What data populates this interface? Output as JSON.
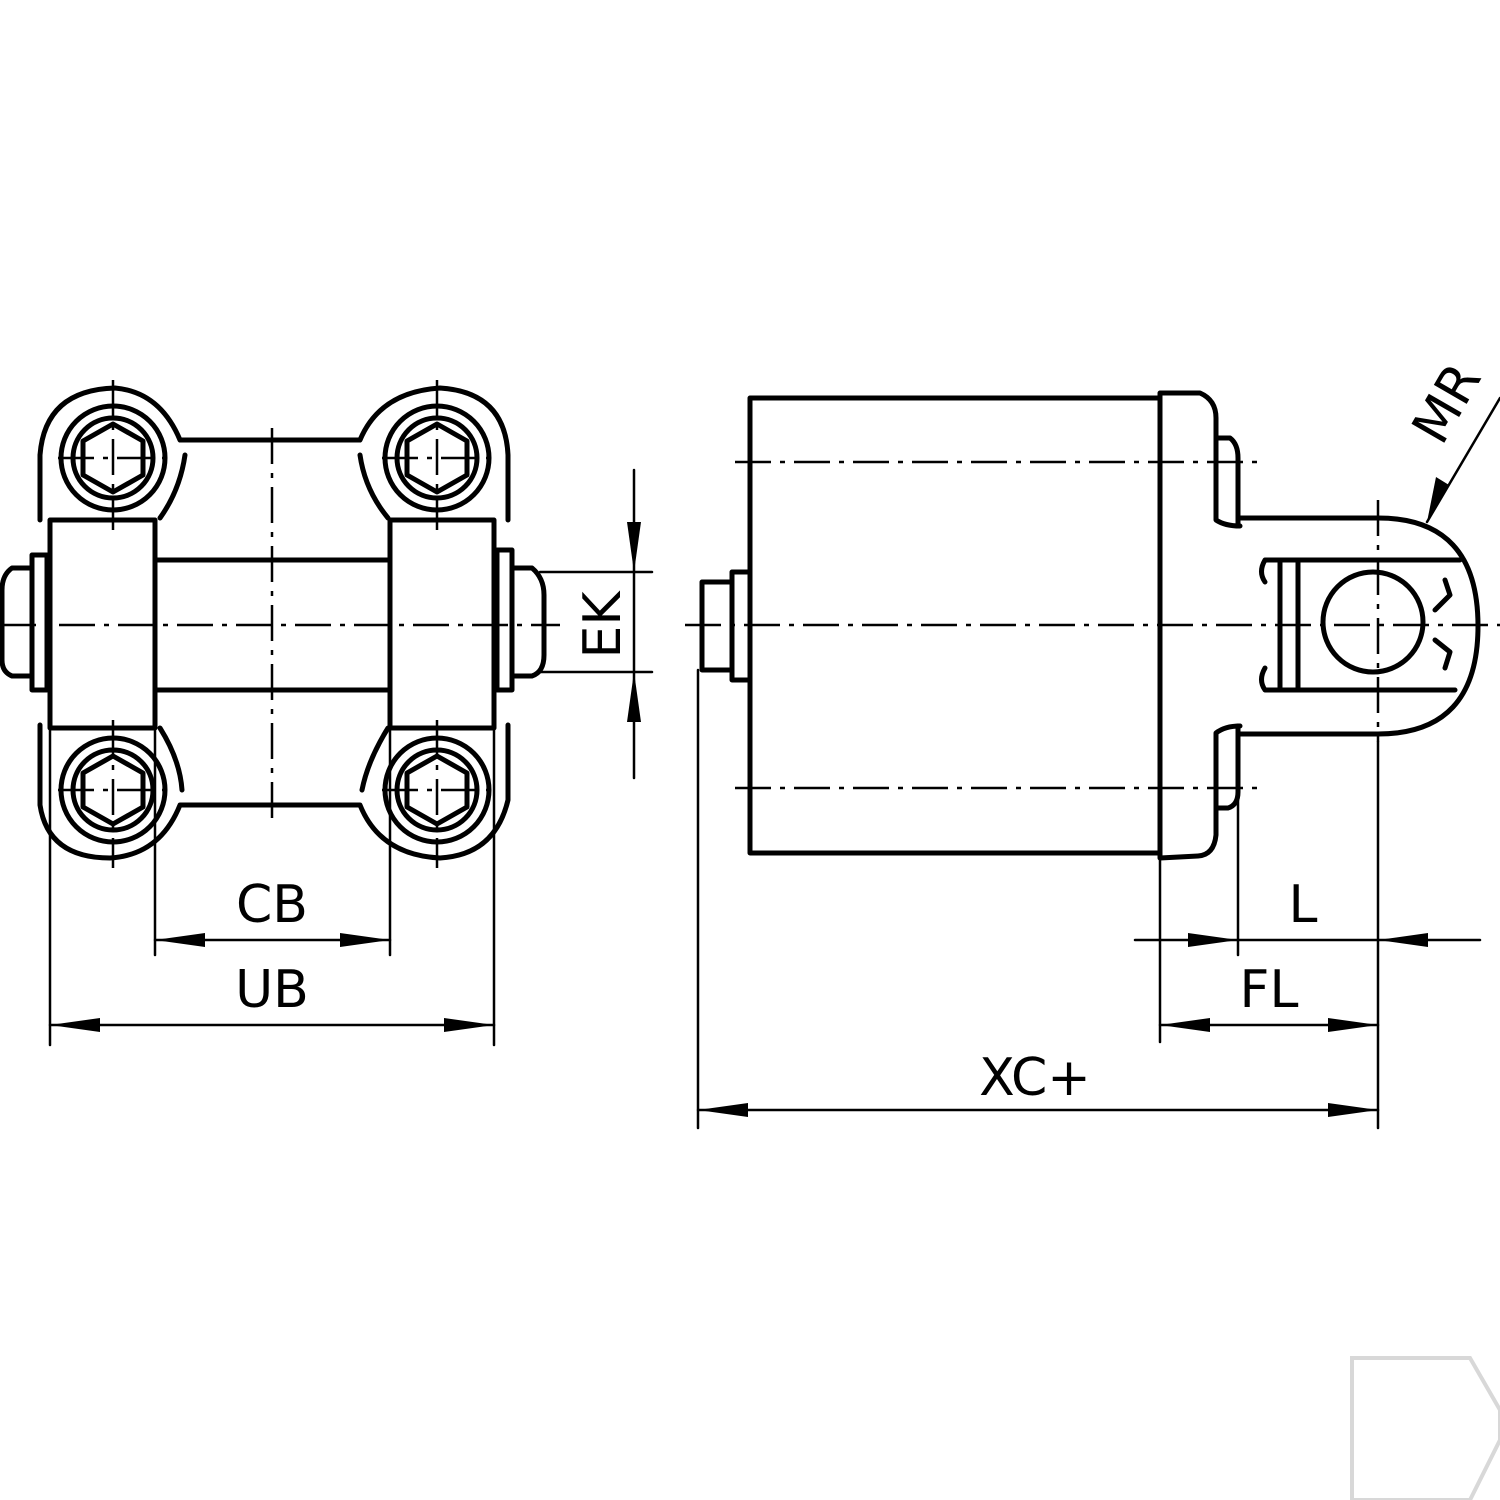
{
  "labels": {
    "cb": "CB",
    "ub": "UB",
    "ek": "EK",
    "mr": "MR",
    "l": "L",
    "fl": "FL",
    "xc": "XC+"
  },
  "colors": {
    "line": "#000000",
    "watermark": "#d8d8d8"
  }
}
